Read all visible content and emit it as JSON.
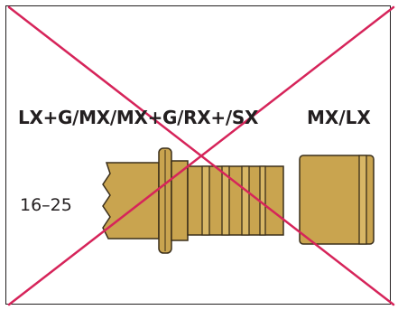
{
  "labels": {
    "fitting_models": "LX+G/MX/MX+G/RX+/SX",
    "sleeve_models": "MX/LX",
    "size_range": "16–25"
  },
  "colors": {
    "brass_fill": "#c9a44f",
    "brass_light": "#d8b766",
    "brass_outline": "#3a2e1a",
    "cross": "#d6245a",
    "frame": "#231f20"
  },
  "icons": {
    "fitting": "brass-press-fitting-icon",
    "sleeve": "brass-sleeve-icon",
    "cross": "not-applicable-cross-icon"
  }
}
